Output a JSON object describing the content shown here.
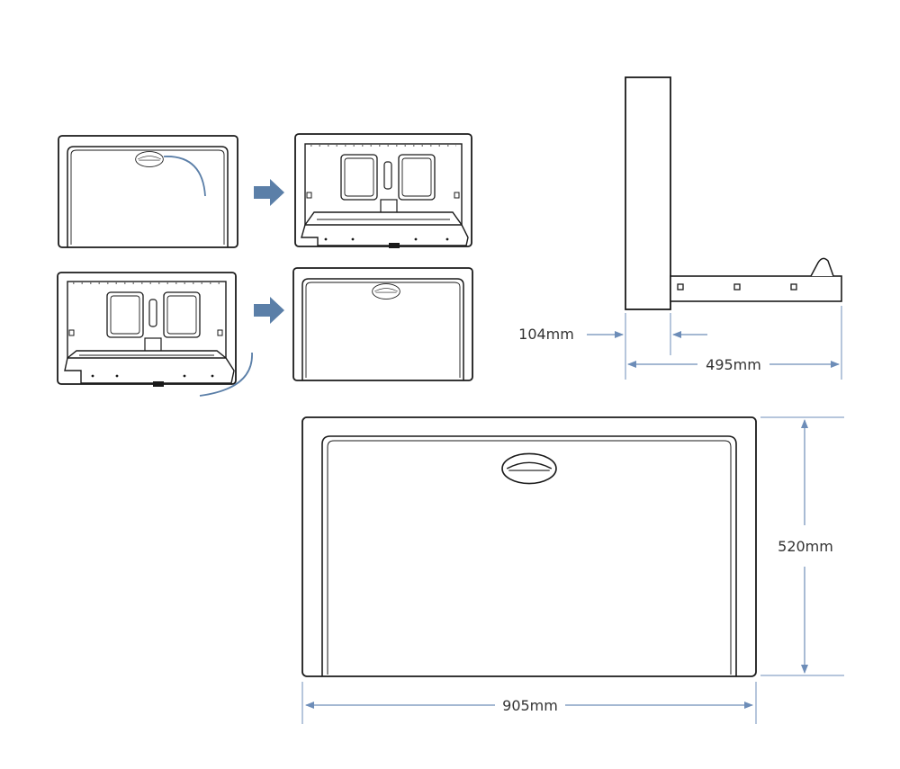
{
  "dimensions": {
    "depth_closed": "104mm",
    "depth_open": "495mm",
    "height": "520mm",
    "width": "905mm"
  },
  "colors": {
    "line": "#1a1a1a",
    "arrow_blue": "#5b7fa8",
    "dimension_line": "#6d8db8",
    "text": "#333333"
  },
  "icons": {
    "step_arrow": "right-arrow-icon",
    "motion_arc": "curved-motion-arrow-icon"
  }
}
